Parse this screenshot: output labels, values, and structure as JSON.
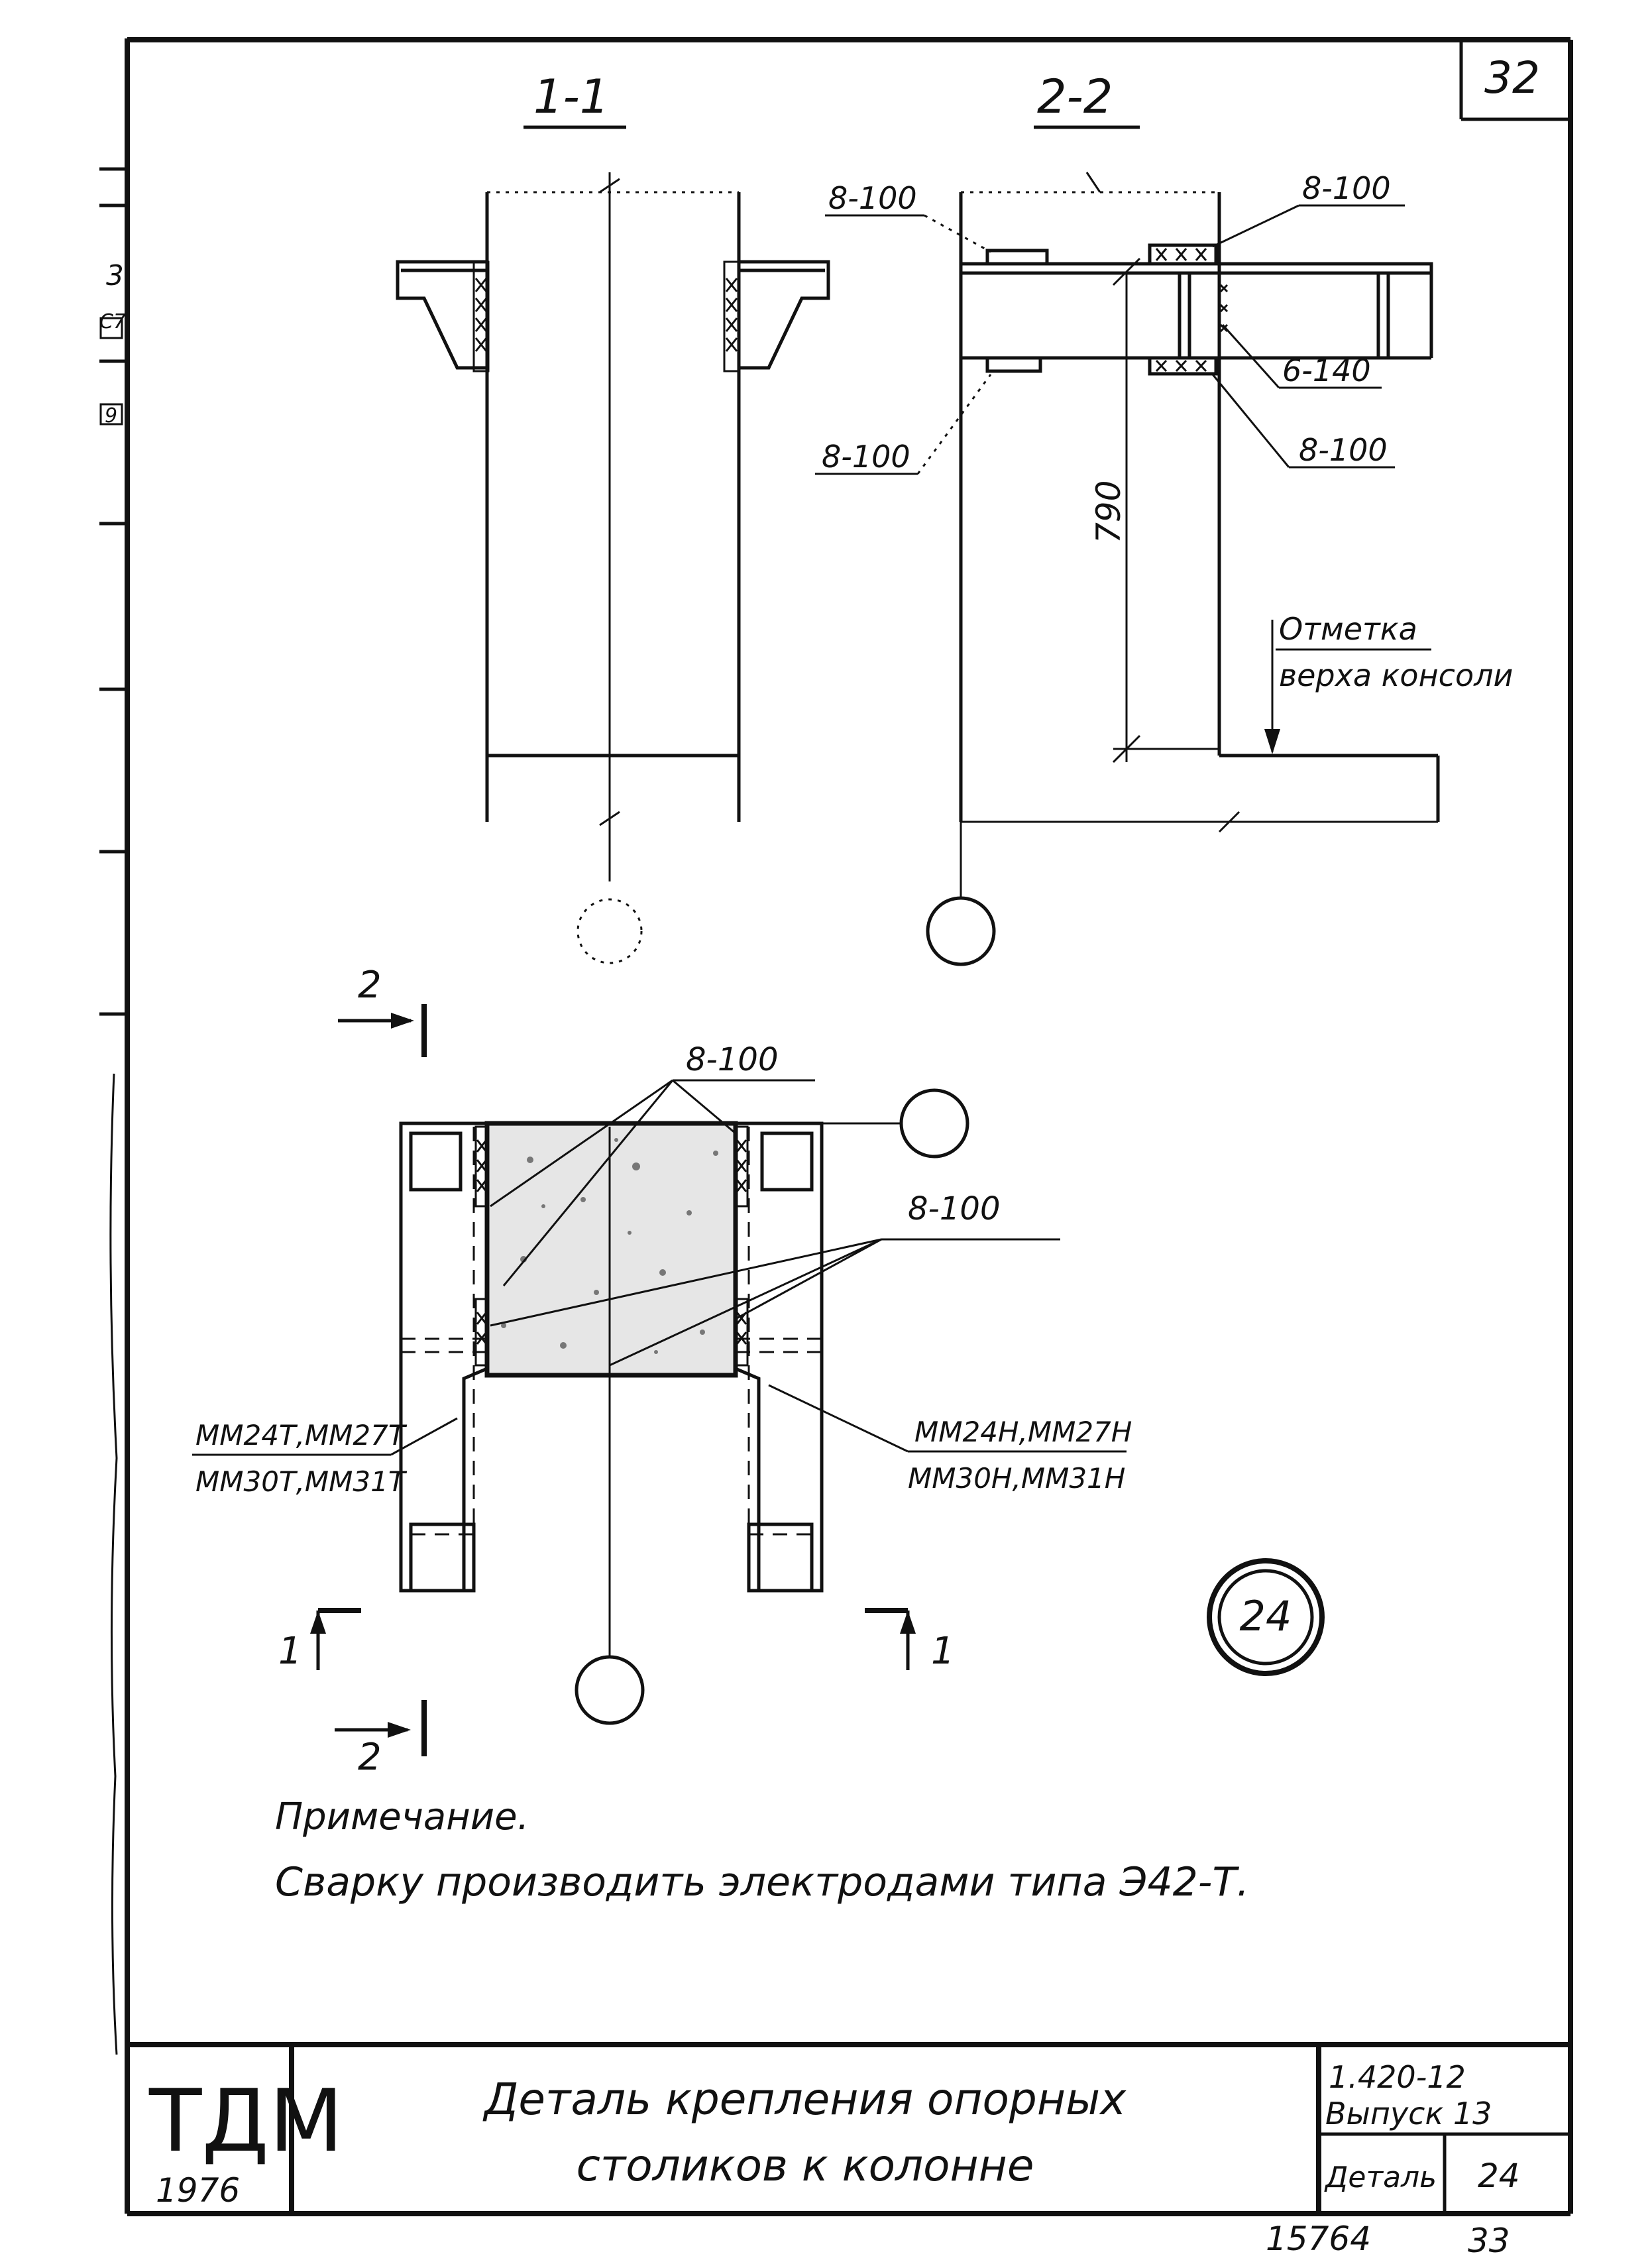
{
  "sheet": {
    "sheet_number": "32",
    "section_1_label": "1-1",
    "section_2_label": "2-2",
    "weld_8_100": "8-100",
    "weld_6_140": "6-140",
    "dimension_790": "790",
    "mark_line1": "Отметка",
    "mark_line2": "верха консоли",
    "plan_detail_number": "24",
    "cut_1": "1",
    "cut_2": "2",
    "left_label_line1": "ММ24Т,ММ27Т",
    "left_label_line2": "ММ30Т,ММ31Т",
    "right_label_line1": "ММ24Н,ММ27Н",
    "right_label_line2": "ММ30Н,ММ31Н",
    "note_title": "Примечание.",
    "note_text": "Сварку производить электродами типа Э42-Т.",
    "margin_mark_3": "3",
    "margin_mark_c7": "С7",
    "margin_mark_9": "9"
  },
  "title_block": {
    "logo": "ТДМ",
    "year": "1976",
    "title_line1": "Деталь крепления опорных",
    "title_line2": "столиков к колонне",
    "series": "1.420-12",
    "issue": "Выпуск 13",
    "detail_label": "Деталь",
    "detail_number": "24",
    "inventory_number": "15764",
    "page_number": "33"
  }
}
